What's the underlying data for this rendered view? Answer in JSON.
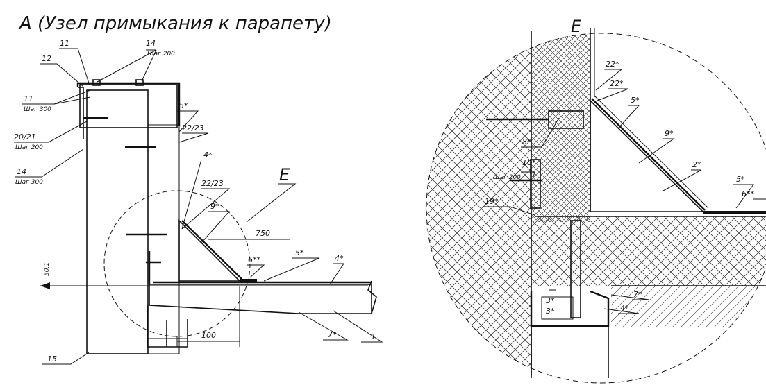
{
  "title": "А (Узел примыкания к парапету)",
  "detail_title": "Е",
  "left_callouts": {
    "e_mark": "Е",
    "c11_top": "11",
    "c12": "12",
    "c14_top": "14",
    "c14_top_step": "Шаг 200",
    "c11_left": "11",
    "c11_left_step": "Шаг 300",
    "c20_21": "20/21",
    "c20_21_step": "Шаг 200",
    "c14_bottom": "14",
    "c14_bottom_step": "Шаг 300",
    "c5_star": "5*",
    "c22_23_top": "22/23",
    "c4_star_wall": "4*",
    "c22_23_mid": "22/23",
    "c9_star": "9*",
    "dim_750": "750",
    "c6_starstar": "6**",
    "c5_star_roof": "5*",
    "c4_star_roof": "4*",
    "dim_100": "100",
    "c7_star": "7*",
    "c1": "1",
    "c15": "15",
    "level_mark": "50.1"
  },
  "right_callouts": {
    "c22_star_a": "22*",
    "c22_star_b": "22*",
    "c5_star": "5*",
    "c9_star": "9*",
    "c2_star": "2*",
    "c8_star": "8*",
    "c10_star": "10*",
    "c10_step": "Шаг 200",
    "c19_star": "19*",
    "c5_star_roof": "5*",
    "c6_starstar": "6**",
    "c3_star": "3*",
    "c3_star_b": "3*",
    "c7_star": "7*",
    "c4_star": "4*"
  }
}
